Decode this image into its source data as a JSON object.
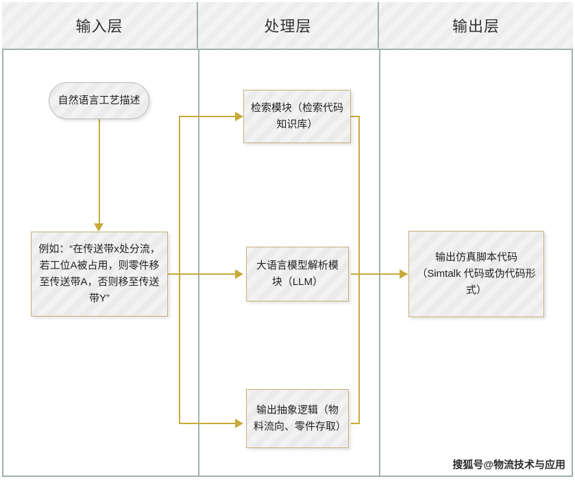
{
  "chart_data": {
    "type": "diagram",
    "title": "",
    "lanes": [
      {
        "id": "input",
        "label": "输入层"
      },
      {
        "id": "process",
        "label": "处理层"
      },
      {
        "id": "output",
        "label": "输出层"
      }
    ],
    "nodes": [
      {
        "id": "n1",
        "lane": "input",
        "shape": "pill",
        "label": "自然语言工艺描述"
      },
      {
        "id": "n2",
        "lane": "input",
        "shape": "rectangle",
        "label": "例如：“在传送带x处分流，若工位A被占用，则零件移至传送带A，否则移至传送带Y”"
      },
      {
        "id": "n3",
        "lane": "process",
        "shape": "rectangle",
        "label": "检索模块（检索代码知识库）"
      },
      {
        "id": "n4",
        "lane": "process",
        "shape": "rectangle",
        "label": "大语言模型解析模块（LLM）"
      },
      {
        "id": "n5",
        "lane": "process",
        "shape": "rectangle",
        "label": "输出抽象逻辑（物料流向、零件存取）"
      },
      {
        "id": "n6",
        "lane": "output",
        "shape": "rectangle",
        "label": "输出仿真脚本代码（Simtalk 代码或伪代码形式）"
      }
    ],
    "edges": [
      {
        "from": "n1",
        "to": "n2"
      },
      {
        "from": "n2",
        "to": "n3"
      },
      {
        "from": "n2",
        "to": "n4"
      },
      {
        "from": "n2",
        "to": "n5"
      },
      {
        "from": "n3",
        "to": "n6"
      },
      {
        "from": "n4",
        "to": "n6"
      },
      {
        "from": "n5",
        "to": "n6"
      }
    ],
    "colors": {
      "connector": "#c8a93a",
      "node_border_tan": "#c3ae78",
      "node_border_grey": "#b2bcbb",
      "lane_border": "#9fb0ae",
      "node_fill": "#f0f0f0"
    }
  },
  "lanes": {
    "input": {
      "label": "输入层"
    },
    "process": {
      "label": "处理层"
    },
    "output": {
      "label": "输出层"
    }
  },
  "nodes": {
    "natural_language_description": {
      "label": "自然语言工艺描述"
    },
    "example_text": {
      "label": "例如：“在传送带x处分流，若工位A被占用，则零件移至传送带A，否则移至传送带Y”"
    },
    "retrieval_module": {
      "label": "检索模块（检索代码知识库）"
    },
    "llm_module": {
      "label": "大语言模型解析模块（LLM）"
    },
    "abstract_logic_output": {
      "label": "输出抽象逻辑（物料流向、零件存取）"
    },
    "simulation_script_output": {
      "label": "输出仿真脚本代码（Simtalk 代码或伪代码形式）"
    }
  },
  "watermark": {
    "text": "搜狐号@物流技术与应用"
  }
}
